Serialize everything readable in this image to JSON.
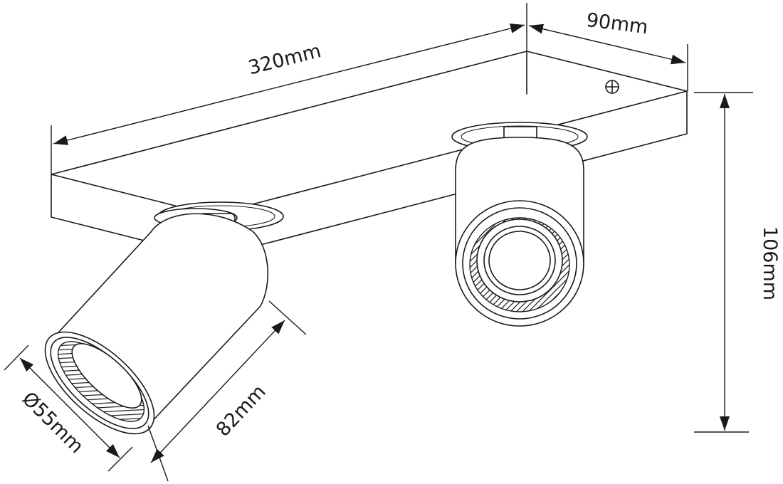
{
  "dimensions": {
    "length": "320mm",
    "depth": "90mm",
    "height": "106mm",
    "diameter": "Ø55mm",
    "spot_length": "82mm"
  },
  "colors": {
    "line": "#1a1a1a",
    "background": "#ffffff"
  }
}
